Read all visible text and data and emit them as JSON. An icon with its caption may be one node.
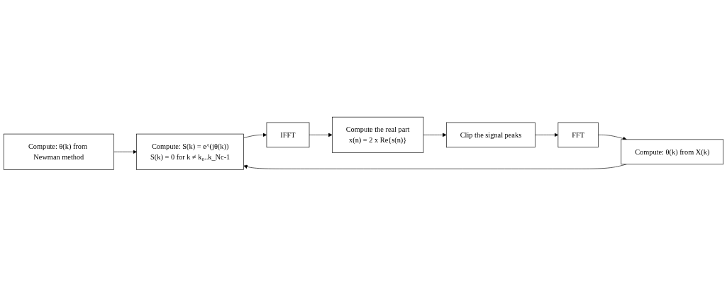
{
  "diagram": {
    "nodes": [
      {
        "text": [
          "Compute: θ(k) from Newman method"
        ]
      },
      {
        "text": [
          "Compute: S(k) = e^(jθ(k))",
          "S(k) = 0 for k ≠ k₀..k_Nc-1"
        ]
      },
      {
        "text": [
          "IFFT"
        ]
      },
      {
        "text": [
          "Compute the real part",
          "x(n) = 2 x Re{s(n)}"
        ]
      },
      {
        "text": [
          "Clip the signal peaks"
        ]
      },
      {
        "text": [
          "FFT"
        ]
      },
      {
        "text": [
          "Compute: θ(k) from X(k)"
        ]
      }
    ],
    "edges": [
      {
        "from": 0,
        "to": 1,
        "arrow": "to"
      },
      {
        "from": 1,
        "to": 2,
        "arrow": "to"
      },
      {
        "from": 2,
        "to": 3,
        "arrow": "to"
      },
      {
        "from": 3,
        "to": 4,
        "arrow": "to"
      },
      {
        "from": 4,
        "to": 5,
        "arrow": "to"
      },
      {
        "from": 5,
        "to": 6,
        "arrow": "to"
      },
      {
        "from": 6,
        "to": 1,
        "arrow": "to"
      }
    ]
  }
}
